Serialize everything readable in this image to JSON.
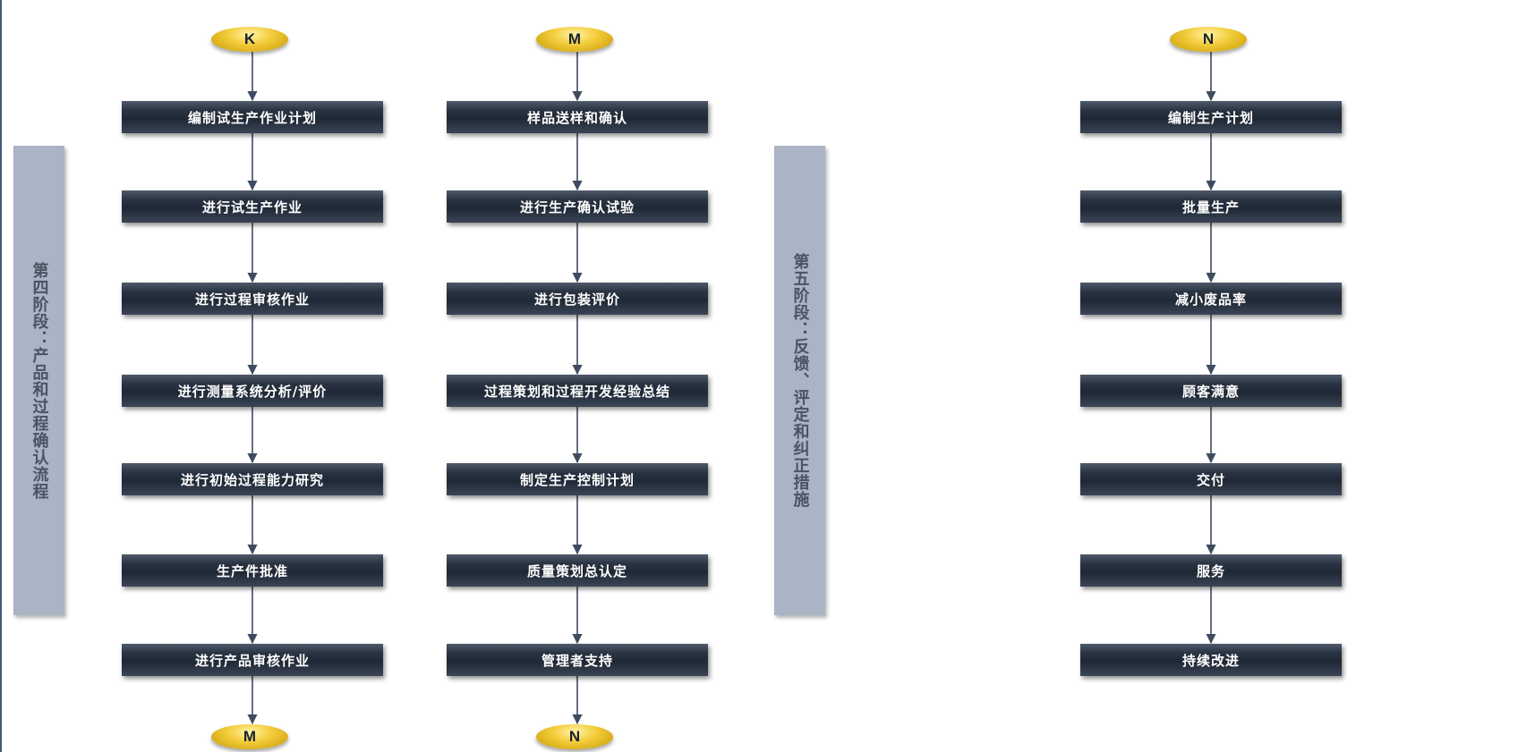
{
  "stages": {
    "stage4": "第四阶段：产品和过程确认流程",
    "stage5": "第五阶段：反馈、评定和纠正措施"
  },
  "columns": [
    {
      "start": "K",
      "steps": [
        "编制试生产作业计划",
        "进行试生产作业",
        "进行过程审核作业",
        "进行测量系统分析/评价",
        "进行初始过程能力研究",
        "生产件批准",
        "进行产品审核作业"
      ],
      "end": "M"
    },
    {
      "start": "M",
      "steps": [
        "样品送样和确认",
        "进行生产确认试验",
        "进行包装评价",
        "过程策划和过程开发经验总结",
        "制定生产控制计划",
        "质量策划总认定",
        "管理者支持"
      ],
      "end": "N"
    },
    {
      "start": "N",
      "steps": [
        "编制生产计划",
        "批量生产",
        "减小废品率",
        "顾客满意",
        "交付",
        "服务",
        "持续改进"
      ]
    }
  ],
  "colors": {
    "box": "#2a3443",
    "connector": "#3e4c60",
    "oval": "#f3cd3c",
    "stage_panel": "#aab4c5"
  }
}
